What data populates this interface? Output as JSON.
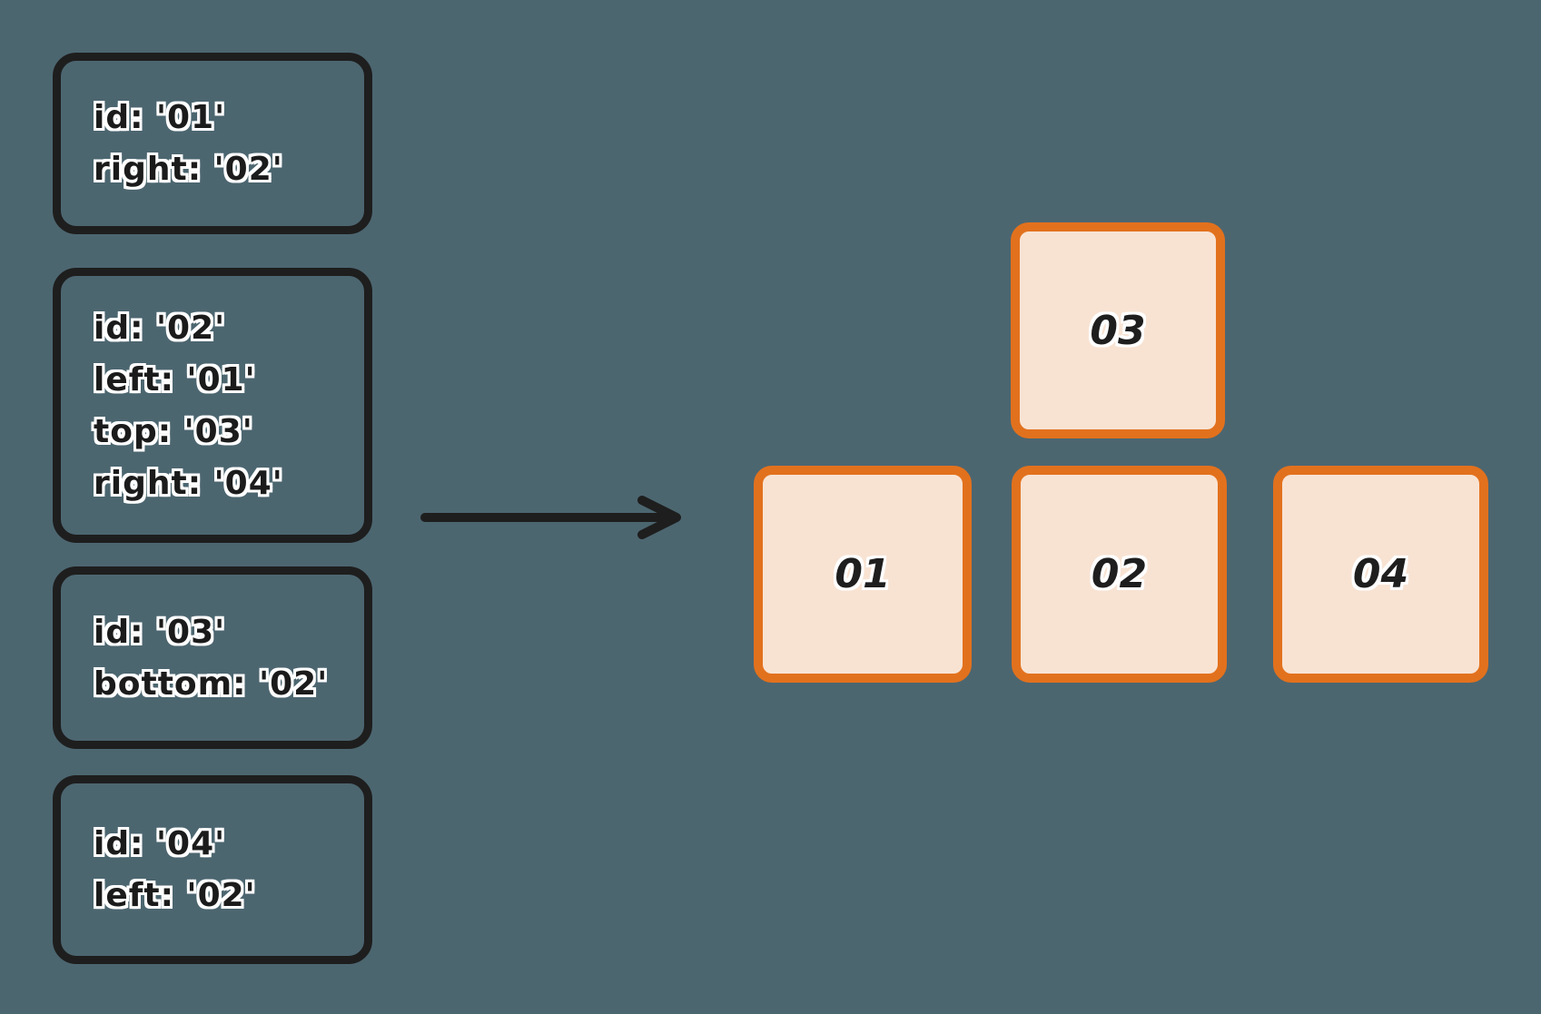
{
  "diagram": {
    "description": "node relationship definitions resolved into a grid layout",
    "colors": {
      "background": "#4C6670",
      "definition_box_border": "#1E1E1E",
      "cell_fill": "#F8E3D3",
      "cell_border": "#E2711D",
      "text": "#1B1B1B",
      "text_outline": "#FFFFFF"
    },
    "boxes": [
      {
        "id": "01",
        "lines": [
          "id: '01'",
          "right: '02'"
        ]
      },
      {
        "id": "02",
        "lines": [
          "id: '02'",
          "left: '01'",
          "top: '03'",
          "right: '04'"
        ]
      },
      {
        "id": "03",
        "lines": [
          "id: '03'",
          "bottom: '02'"
        ]
      },
      {
        "id": "04",
        "lines": [
          "id: '04'",
          "left: '02'"
        ]
      }
    ],
    "arrow": {
      "direction": "right"
    },
    "cells": [
      {
        "label": "03",
        "row": 0,
        "col": 1
      },
      {
        "label": "01",
        "row": 1,
        "col": 0
      },
      {
        "label": "02",
        "row": 1,
        "col": 1
      },
      {
        "label": "04",
        "row": 1,
        "col": 2
      }
    ]
  }
}
